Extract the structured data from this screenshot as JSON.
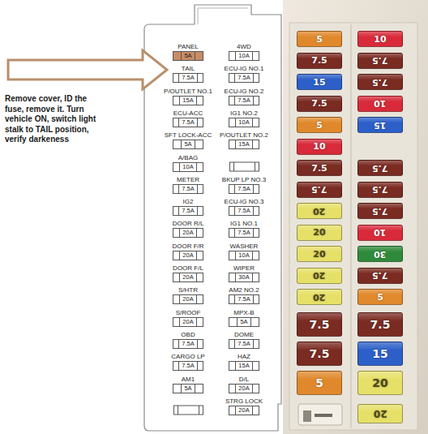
{
  "diagram": {
    "nodes": [
      {
        "text": [
          "PANEL",
          "5A"
        ]
      },
      {
        "text": [
          "4WD",
          "10A"
        ]
      },
      {
        "text": [
          "TAIL",
          "7.5A"
        ]
      },
      {
        "text": [
          "ECU-IG NO.1",
          "7.5A"
        ]
      },
      {
        "text": [
          "P/OUTLET NO.1",
          "15A"
        ]
      },
      {
        "text": [
          "ECU-IG NO.2",
          "7.5A"
        ]
      },
      {
        "text": [
          "ECU-ACC",
          "7.5A"
        ]
      },
      {
        "text": [
          "IG1 NO.2",
          "10A"
        ]
      },
      {
        "text": [
          "SFT LOCK-ACC",
          "5A"
        ]
      },
      {
        "text": [
          "P/OUTLET NO.2",
          "15A"
        ]
      },
      {
        "text": [
          "A/BAG",
          "10A"
        ]
      },
      {
        "text": [
          "METER",
          "7.5A"
        ]
      },
      {
        "text": [
          "BKUP LP NO.3",
          "7.5A"
        ]
      },
      {
        "text": [
          "IG2",
          "7.5A"
        ]
      },
      {
        "text": [
          "ECU-IG NO.3",
          "7.5A"
        ]
      },
      {
        "text": [
          "DOOR R/L",
          "20A"
        ]
      },
      {
        "text": [
          "IG1 NO.1",
          "7.5A"
        ]
      },
      {
        "text": [
          "DOOR F/R",
          "20A"
        ]
      },
      {
        "text": [
          "WASHER",
          "10A"
        ]
      },
      {
        "text": [
          "DOOR F/L",
          "20A"
        ]
      },
      {
        "text": [
          "WIPER",
          "30A"
        ]
      },
      {
        "text": [
          "S/HTR",
          "20A"
        ]
      },
      {
        "text": [
          "AM2 NO.2",
          "7.5A"
        ]
      },
      {
        "text": [
          "S/ROOF",
          "20A"
        ]
      },
      {
        "text": [
          "MPX-B",
          "5A"
        ]
      },
      {
        "text": [
          "OBD",
          "7.5A"
        ]
      },
      {
        "text": [
          "DOME",
          "7.5A"
        ]
      },
      {
        "text": [
          "CARGO LP",
          "7.5A"
        ]
      },
      {
        "text": [
          "HAZ",
          "15A"
        ]
      },
      {
        "text": [
          "AM1",
          "5A"
        ]
      },
      {
        "text": [
          "D/L",
          "20A"
        ]
      },
      {
        "text": [
          "STRG LOCK",
          "20A"
        ]
      },
      {
        "text": [
          "5"
        ]
      },
      {
        "text": [
          "10"
        ]
      },
      {
        "text": [
          "7.5"
        ]
      },
      {
        "text": [
          "7.5"
        ]
      },
      {
        "text": [
          "15"
        ]
      },
      {
        "text": [
          "7.5"
        ]
      },
      {
        "text": [
          "7.5"
        ]
      },
      {
        "text": [
          "10"
        ]
      },
      {
        "text": [
          "5"
        ]
      },
      {
        "text": [
          "15"
        ]
      },
      {
        "text": [
          "10"
        ]
      },
      {
        "text": [
          "7.5"
        ]
      },
      {
        "text": [
          "7.5"
        ]
      },
      {
        "text": [
          "7.5"
        ]
      },
      {
        "text": [
          "7.5"
        ]
      },
      {
        "text": [
          "20"
        ]
      },
      {
        "text": [
          "7.5"
        ]
      },
      {
        "text": [
          "20"
        ]
      },
      {
        "text": [
          "10"
        ]
      },
      {
        "text": [
          "20"
        ]
      },
      {
        "text": [
          "30"
        ]
      },
      {
        "text": [
          "20"
        ]
      },
      {
        "text": [
          "7.5"
        ]
      },
      {
        "text": [
          "20"
        ]
      },
      {
        "text": [
          "5"
        ]
      },
      {
        "text": [
          "7.5"
        ]
      },
      {
        "text": [
          "7.5"
        ]
      },
      {
        "text": [
          "7.5"
        ]
      },
      {
        "text": [
          "15"
        ]
      },
      {
        "text": [
          "5"
        ]
      },
      {
        "text": [
          "20"
        ]
      },
      {
        "text": [
          "20"
        ]
      }
    ],
    "labels": [
      "Remove cover, ID the fuse, remove it. Turn vehicle ON, switch light stalk to TAIL position, verify darkeness"
    ]
  }
}
